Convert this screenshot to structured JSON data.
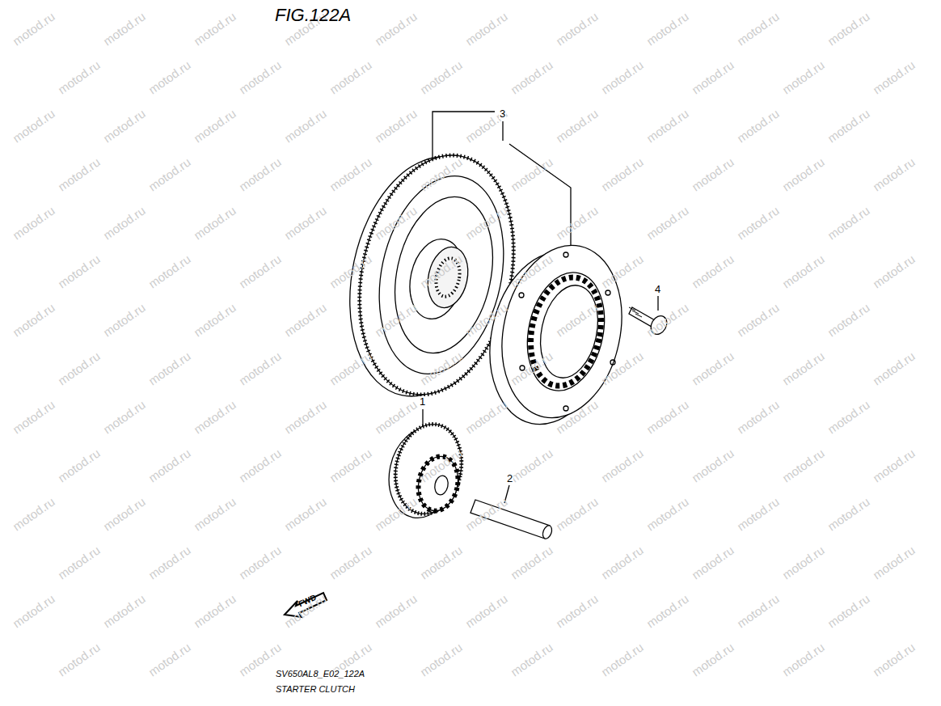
{
  "diagram": {
    "title": "FIG.122A",
    "labels": [
      "3",
      "4",
      "1",
      "2",
      "FWD",
      "SV650AL8_E02_122A",
      "STARTER CLUTCH",
      "motod.ru",
      "motod.ru",
      "motod.ru",
      "motod.ru",
      "motod.ru",
      "motod.ru",
      "motod.ru",
      "motod.ru",
      "motod.ru",
      "motod.ru",
      "motod.ru",
      "motod.ru",
      "motod.ru",
      "motod.ru",
      "motod.ru",
      "motod.ru",
      "motod.ru",
      "motod.ru",
      "motod.ru",
      "motod.ru",
      "motod.ru",
      "motod.ru",
      "motod.ru",
      "motod.ru",
      "motod.ru",
      "motod.ru",
      "motod.ru",
      "motod.ru",
      "motod.ru",
      "motod.ru",
      "motod.ru",
      "motod.ru",
      "motod.ru",
      "motod.ru",
      "motod.ru",
      "motod.ru",
      "motod.ru",
      "motod.ru",
      "motod.ru",
      "motod.ru",
      "motod.ru",
      "motod.ru",
      "motod.ru",
      "motod.ru",
      "motod.ru",
      "motod.ru",
      "motod.ru",
      "motod.ru",
      "motod.ru",
      "motod.ru",
      "motod.ru",
      "motod.ru",
      "motod.ru",
      "motod.ru",
      "motod.ru",
      "motod.ru",
      "motod.ru",
      "motod.ru",
      "motod.ru",
      "motod.ru",
      "motod.ru",
      "motod.ru",
      "motod.ru",
      "motod.ru",
      "motod.ru",
      "motod.ru",
      "motod.ru",
      "motod.ru",
      "motod.ru",
      "motod.ru",
      "motod.ru",
      "motod.ru",
      "motod.ru",
      "motod.ru",
      "motod.ru",
      "motod.ru",
      "motod.ru",
      "motod.ru",
      "motod.ru",
      "motod.ru",
      "motod.ru",
      "motod.ru",
      "motod.ru",
      "motod.ru",
      "motod.ru",
      "motod.ru",
      "motod.ru",
      "motod.ru",
      "motod.ru",
      "motod.ru",
      "motod.ru",
      "motod.ru",
      "motod.ru",
      "motod.ru",
      "motod.ru",
      "motod.ru",
      "motod.ru",
      "motod.ru",
      "motod.ru",
      "motod.ru",
      "motod.ru",
      "motod.ru",
      "motod.ru",
      "motod.ru",
      "motod.ru",
      "motod.ru",
      "motod.ru",
      "motod.ru",
      "motod.ru",
      "motod.ru",
      "motod.ru",
      "motod.ru",
      "motod.ru",
      "motod.ru",
      "motod.ru",
      "motod.ru",
      "motod.ru",
      "motod.ru",
      "motod.ru",
      "motod.ru",
      "motod.ru",
      "motod.ru",
      "motod.ru",
      "motod.ru",
      "motod.ru",
      "motod.ru",
      "motod.ru",
      "motod.ru",
      "motod.ru",
      "motod.ru",
      "motod.ru",
      "motod.ru",
      "motod.ru",
      "motod.ru",
      "motod.ru",
      "motod.ru",
      "motod.ru",
      "motod.ru",
      "motod.ru",
      "motod.ru"
    ]
  }
}
